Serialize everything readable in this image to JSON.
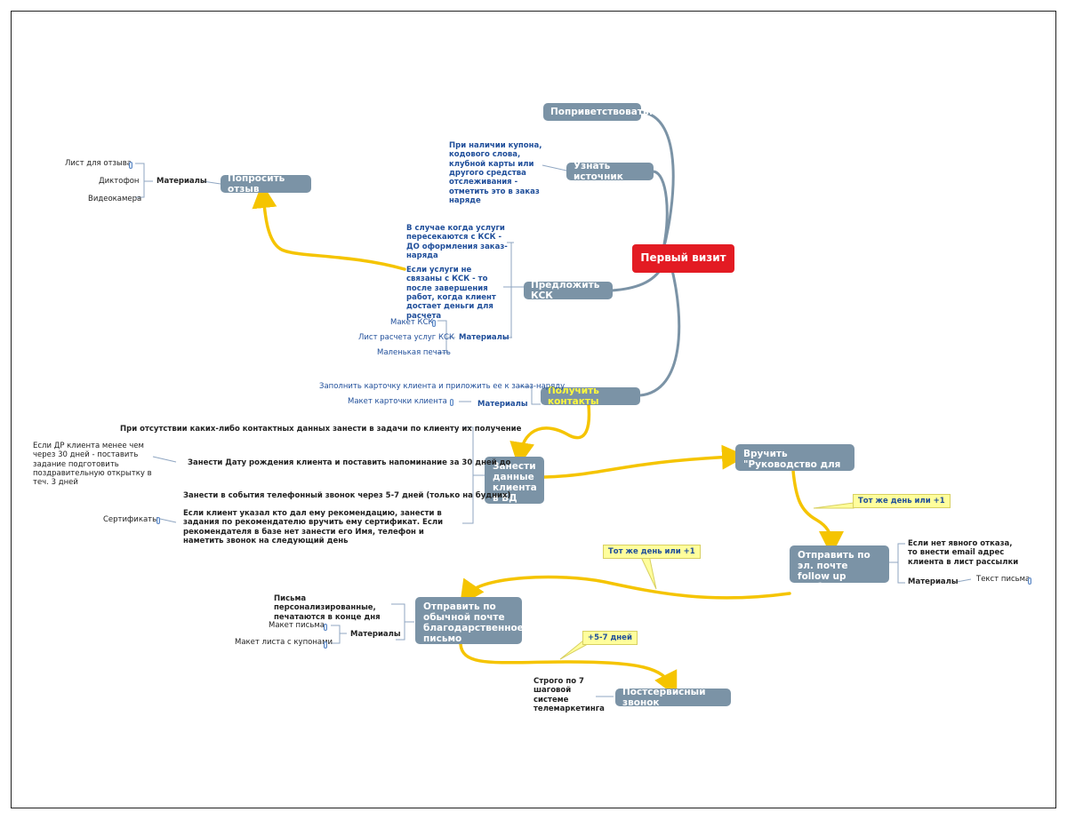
{
  "center": {
    "label": "Первый визит"
  },
  "nodes": {
    "greet": "Поприветствовать!",
    "source": "Узнать источник",
    "review": "Попросить отзыв",
    "offer": "Предложить КСК",
    "contacts": "Получить контакты",
    "db": "Занести данные клиента в БД",
    "guide": "Вручить \"Руководство для клиента\"",
    "email": "Отправить по эл. почте follow up сообщение",
    "mail": "Отправить по обычной почте благодарственное письмо",
    "call": "Постсервисный звонок"
  },
  "notes": {
    "source_note": "При наличии купона, кодового слова, клубной карты или другого средства отслеживания - отметить это в заказ наряде",
    "review_materials_label": "Материалы",
    "review_materials": [
      "Лист для отзыва",
      "Диктофон",
      "Видеокамера"
    ],
    "offer_note1": "В случае когда услуги пересекаются с КСК - ДО оформления заказ-наряда",
    "offer_note2": "Если услуги не связаны с КСК - то после завершения работ, когда клиент достает деньги для расчета",
    "offer_materials_label": "Материалы",
    "offer_materials": [
      "Макет КСК",
      "Лист расчета услуг КСК",
      "Маленькая печать"
    ],
    "contacts_note": "Заполнить карточку клиента и приложить ее к заказ-наряду",
    "contacts_material": "Макет карточки клиента",
    "contacts_materials_label": "Материалы",
    "db_note1": "При отсутствии каких-либо контактных данных занести в задачи по клиенту их получение",
    "db_note2": "Занести Дату рождения клиента и поставить напоминание за 30 дней до",
    "db_note2_sub": "Если ДР клиента менее чем через 30 дней - поставить задание подготовить поздравительную открытку в теч. 3 дней",
    "db_note3": "Занести в события телефонный звонок через 5-7 дней (только на будних)",
    "db_note4": "Если клиент указал кто дал ему рекомендацию, занести в задания по рекомендателю вручить ему сертификат. Если рекомендателя в базе нет занести его Имя, телефон и наметить звонок на следующий день",
    "db_note4_sub": "Сертификаты",
    "email_note": "Если нет явного отказа, то внести email адрес клиента в лист рассылки",
    "email_materials_label": "Материалы",
    "email_material": "Текст письма",
    "mail_note": "Письма персонализированные, печатаются в конце дня",
    "mail_materials_label": "Материалы",
    "mail_materials": [
      "Макет письма",
      "Макет листа с купонами"
    ],
    "call_note": "Строго по 7 шаговой системе телемаркетинга"
  },
  "callouts": {
    "guide_to_email": "Тот же день или +1",
    "email_to_mail": "Тот же день или +1",
    "mail_to_call": "+5-7 дней"
  },
  "colors": {
    "topic": "#7b93a6",
    "central": "#e31b23",
    "flow_arrow": "#f5c400",
    "branch_line": "#7b93a6",
    "note_blue": "#1f4e9a",
    "callout_bg": "#fffe9c"
  }
}
